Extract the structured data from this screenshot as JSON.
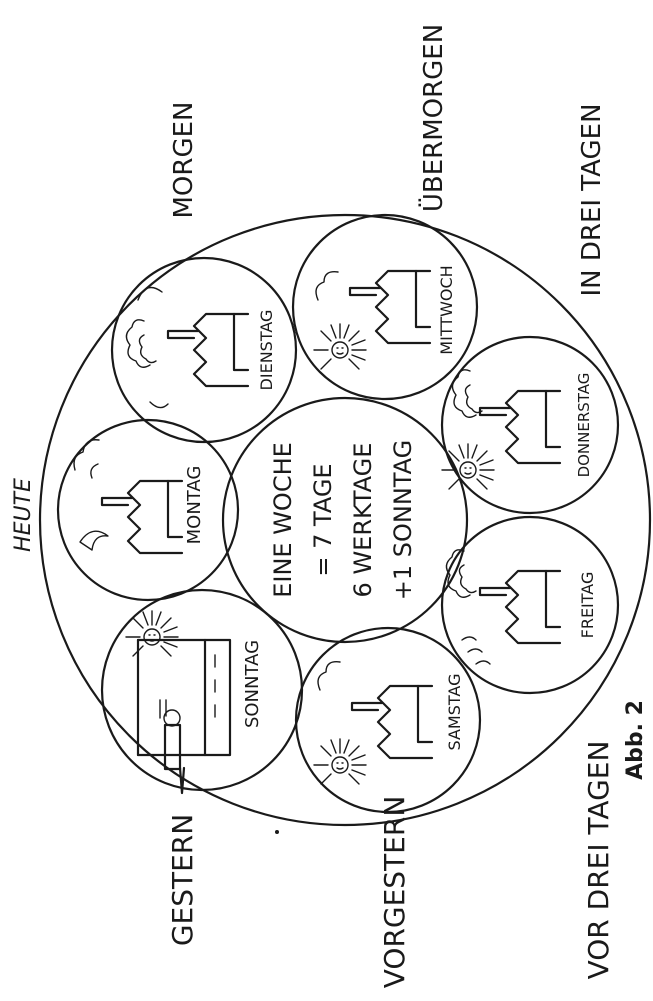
{
  "center_text": [
    "EINE WOCHE",
    "= 7 TAGE",
    "6 WERKTAGE",
    "+1 SONNTAG"
  ],
  "days": {
    "sonntag": "SONNTAG",
    "montag": "MONTAG",
    "dienstag": "DIENSTAG",
    "mittwoch": "MITTWOCH",
    "donnerstag": "DONNERSTAG",
    "freitag": "FREITAG",
    "samstag": "SAMSTAG"
  },
  "outer_labels": {
    "heute": "HEUTE",
    "morgen": "MORGEN",
    "uebermorgen": "ÜBERMORGEN",
    "in_drei_tagen": "IN DREI TAGEN",
    "gestern": "GESTERN",
    "vorgestern": "VORGESTERN",
    "vor_drei_tagen": "VOR DREI TAGEN"
  },
  "caption": "Abb. 2"
}
